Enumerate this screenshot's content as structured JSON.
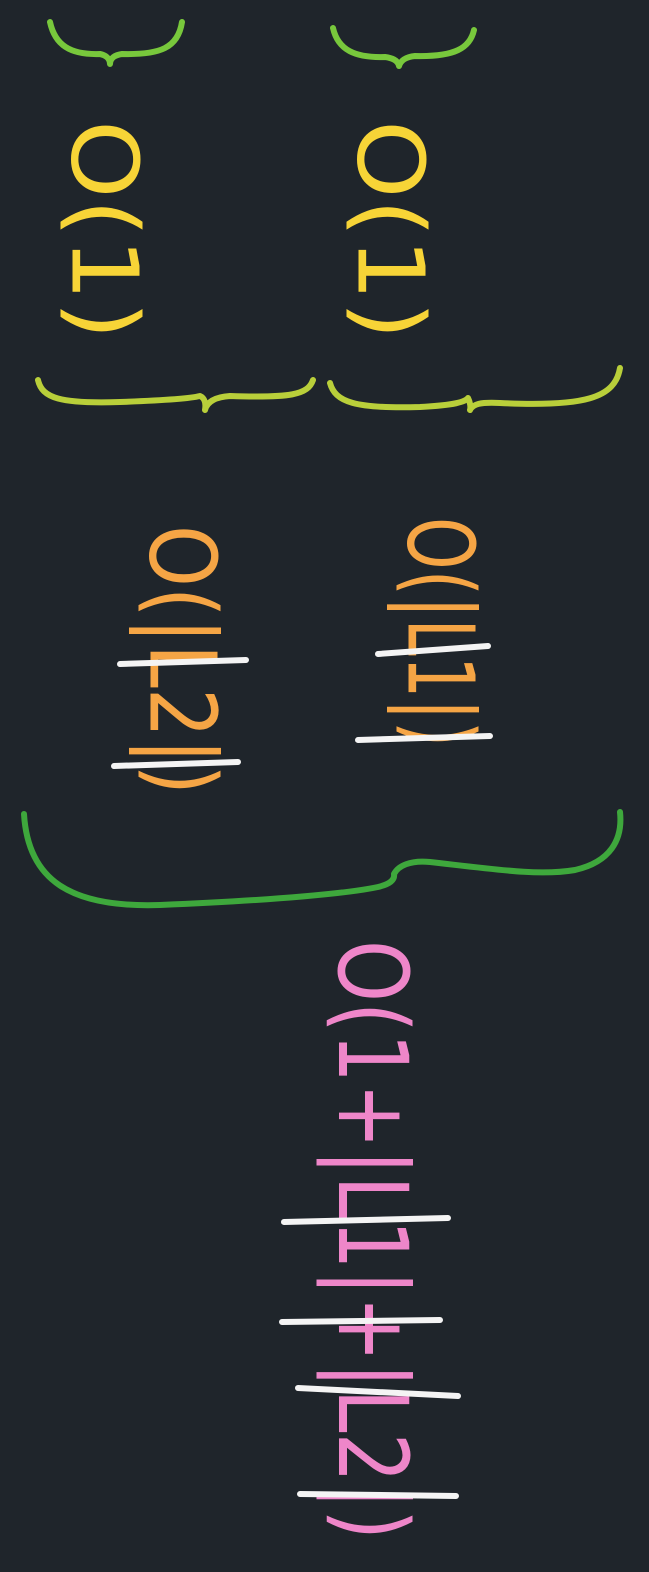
{
  "whiteboard": {
    "background": "#1f252b",
    "colors": {
      "brace_small": "#78c83c",
      "brace_mid": "#b9cf3a",
      "brace_big": "#3ea83c",
      "yellow": "#f7d437",
      "orange": "#f5a545",
      "pink": "#ee86c9",
      "white": "#f4f4f4"
    },
    "notes": [
      {
        "id": "left_inner",
        "text": "O(1)"
      },
      {
        "id": "right_inner",
        "text": "O(1)"
      },
      {
        "id": "left_mid",
        "text": "O(|L2|)"
      },
      {
        "id": "right_mid",
        "text": "O(|L1|)"
      },
      {
        "id": "result",
        "text": "O(1+|L1|+|L2|)"
      }
    ]
  }
}
